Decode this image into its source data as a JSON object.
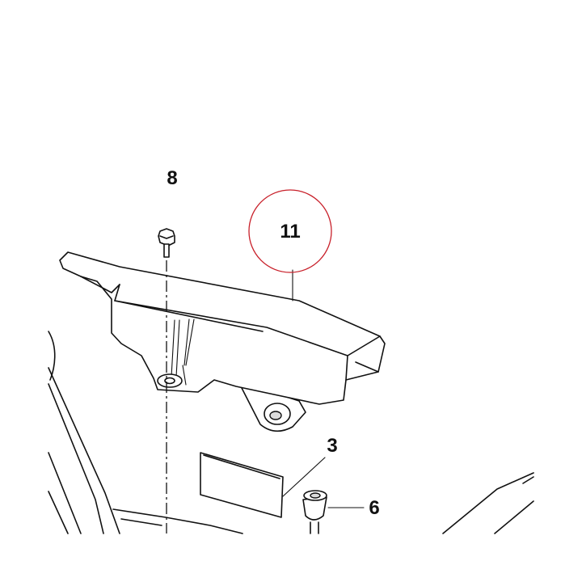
{
  "callouts": {
    "cover": "11",
    "bolt": "8",
    "pad": "3",
    "nut": "6"
  },
  "colors": {
    "highlight_circle": "#c8202a",
    "linework": "#111111",
    "background": "#ffffff"
  }
}
